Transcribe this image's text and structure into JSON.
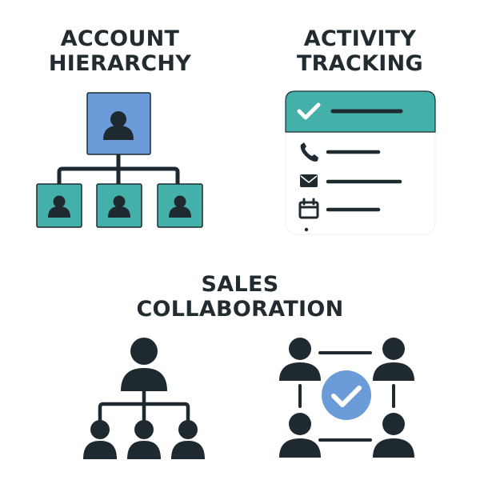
{
  "sections": {
    "account_hierarchy": {
      "title_line1": "ACCOUNT",
      "title_line2": "HIERARCHY"
    },
    "activity_tracking": {
      "title_line1": "ACTIVITY",
      "title_line2": "TRACKING"
    },
    "sales_collaboration": {
      "title_line1": "SALES",
      "title_line2": "COLLABORATION"
    }
  },
  "colors": {
    "dark": "#1f2a30",
    "blue": "#6b9bd8",
    "teal": "#44b0aa",
    "white": "#ffffff"
  },
  "icons": [
    "person-icon",
    "check-icon",
    "phone-icon",
    "mail-icon",
    "calendar-icon",
    "check-badge-icon"
  ]
}
